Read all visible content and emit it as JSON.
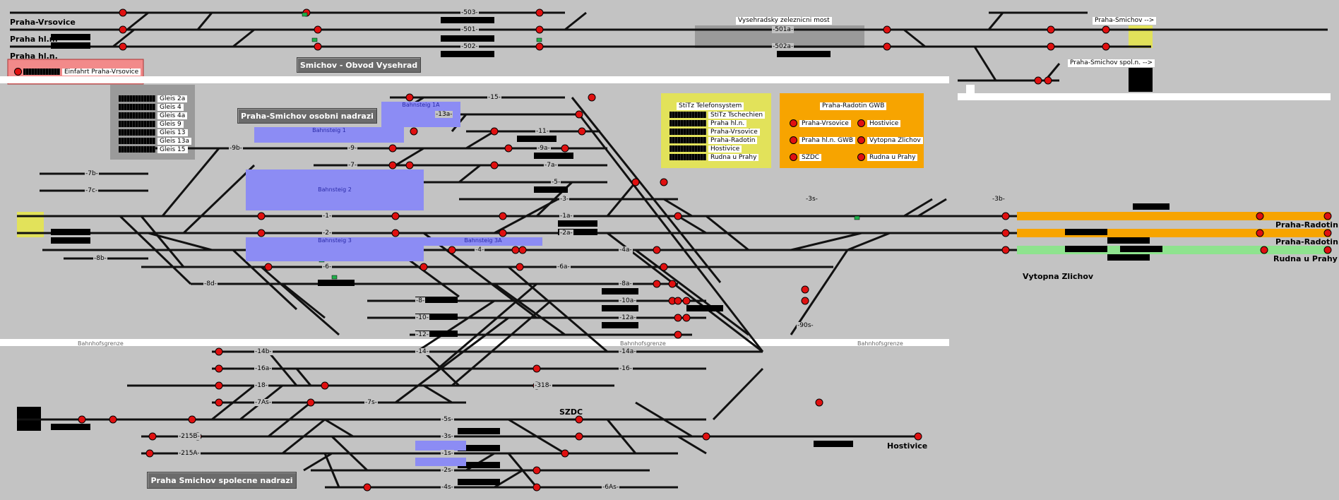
{
  "colors": {
    "background": "#c3c3c3",
    "track": "#111111",
    "signal_red": "#e01010",
    "signal_green": "#1fb04a",
    "platform": "#8c8cf4",
    "einfahrt_panel": "#f28a8a",
    "telefon_panel": "#e2e25a",
    "gwb_panel": "#f7a400",
    "orange_track": "#f7a400",
    "green_track": "#8ee38e",
    "yellow_marker": "#e2e25a"
  },
  "stations": {
    "praha_vrsovice": "Praha-Vrsovice",
    "praha_hl_n_1": "Praha hl.n.",
    "praha_hl_n_2": "Praha hl.n.",
    "praha_smichov_arrow": "Praha-Smichov -->",
    "praha_smichov_spol": "Praha-Smichov spol.n. -->",
    "praha_radotin_1": "Praha-Radotin",
    "praha_radotin_2": "Praha-Radotin",
    "rudna_u_prahy": "Rudna u Prahy",
    "vytopna_zlichov": "Vytopna Zlichov",
    "hostivice": "Hostivice",
    "szdc": "SZDC"
  },
  "panels": {
    "obvod_vysehrad": "Smichov - Obvod Vysehrad",
    "osobni_nadrazi": "Praha-Smichov osobni nadrazi",
    "spolecne_nadrazi": "Praha Smichov spolecne nadrazi",
    "vysehradsky_most": "Vysehradsky zeleznicni most",
    "einfahrt": "Einfahrt Praha-Vrsovice"
  },
  "gleis_list": [
    "Gleis 2a",
    "Gleis 4",
    "Gleis 4a",
    "Gleis 9",
    "Gleis 13",
    "Gleis 13a",
    "Gleis 15"
  ],
  "telefon": {
    "title": "StiTz Telefonsystem",
    "items": [
      "StiTz Tschechien",
      "Praha hl.n.",
      "Praha-Vrsovice",
      "Praha-Radotin",
      "Hostivice",
      "Rudna u Prahy"
    ]
  },
  "gwb": {
    "title": "Praha-Radotin GWB",
    "items": [
      "Praha-Vrsovice",
      "Hostivice",
      "Praha hl.n. GWB",
      "Vytopna Zlichov",
      "SZDC",
      "Rudna u Prahy"
    ]
  },
  "platforms": [
    "Bahnsteig 1",
    "Bahnsteig 1A",
    "Bahnsteig 2",
    "Bahnsteig 3",
    "Bahnsteig 3A"
  ],
  "bahnhofsgrenze": [
    "Bahnhofsgrenze",
    "Bahnhofsgrenze",
    "Bahnhofsgrenze"
  ],
  "track_labels": {
    "t503": "-503-",
    "t501": "-501-",
    "t502": "-502-",
    "t501a": "-501a-",
    "t502a": "-502a-",
    "t15": "-15-",
    "t13a": "-13a-",
    "t11": "-11-",
    "t9a": "-9a-",
    "t9b": "-9b-",
    "t9": "-9-",
    "t7": "-7-",
    "t7a": "-7a-",
    "t5": "-5-",
    "t7b": "-7b-",
    "t7c": "-7c-",
    "t3": "-3-",
    "t3s": "-3s-",
    "t3b": "-3b-",
    "t1a": "-1a-",
    "t1": "-1-",
    "t2": "-2-",
    "t2a": "-2a-",
    "t4": "-4-",
    "t4a": "-4a-",
    "t8b": "-8b-",
    "t6": "-6-",
    "t6a": "-6a-",
    "t8a": "-8a-",
    "t8d": "-8d-",
    "t8": "-8-",
    "t10a": "-10a-",
    "t10": "-10-",
    "t12a": "-12a-",
    "t12": "-12-",
    "t90s": "-90s-",
    "t14b": "-14b-",
    "t14": "-14-",
    "t14a": "-14a-",
    "t16a": "-16a-",
    "t16": "-16-",
    "t18": "-18-",
    "t318": "-318-",
    "t7as": "-7As-",
    "t7s": "-7s-",
    "t5s": "-5s-",
    "t215b": "-215B-",
    "t215a": "-215A-",
    "t3s2": "-3s-",
    "t1s": "-1s-",
    "t2s": "-2s-",
    "t4s": "-4s-",
    "t6as": "-6As-"
  }
}
